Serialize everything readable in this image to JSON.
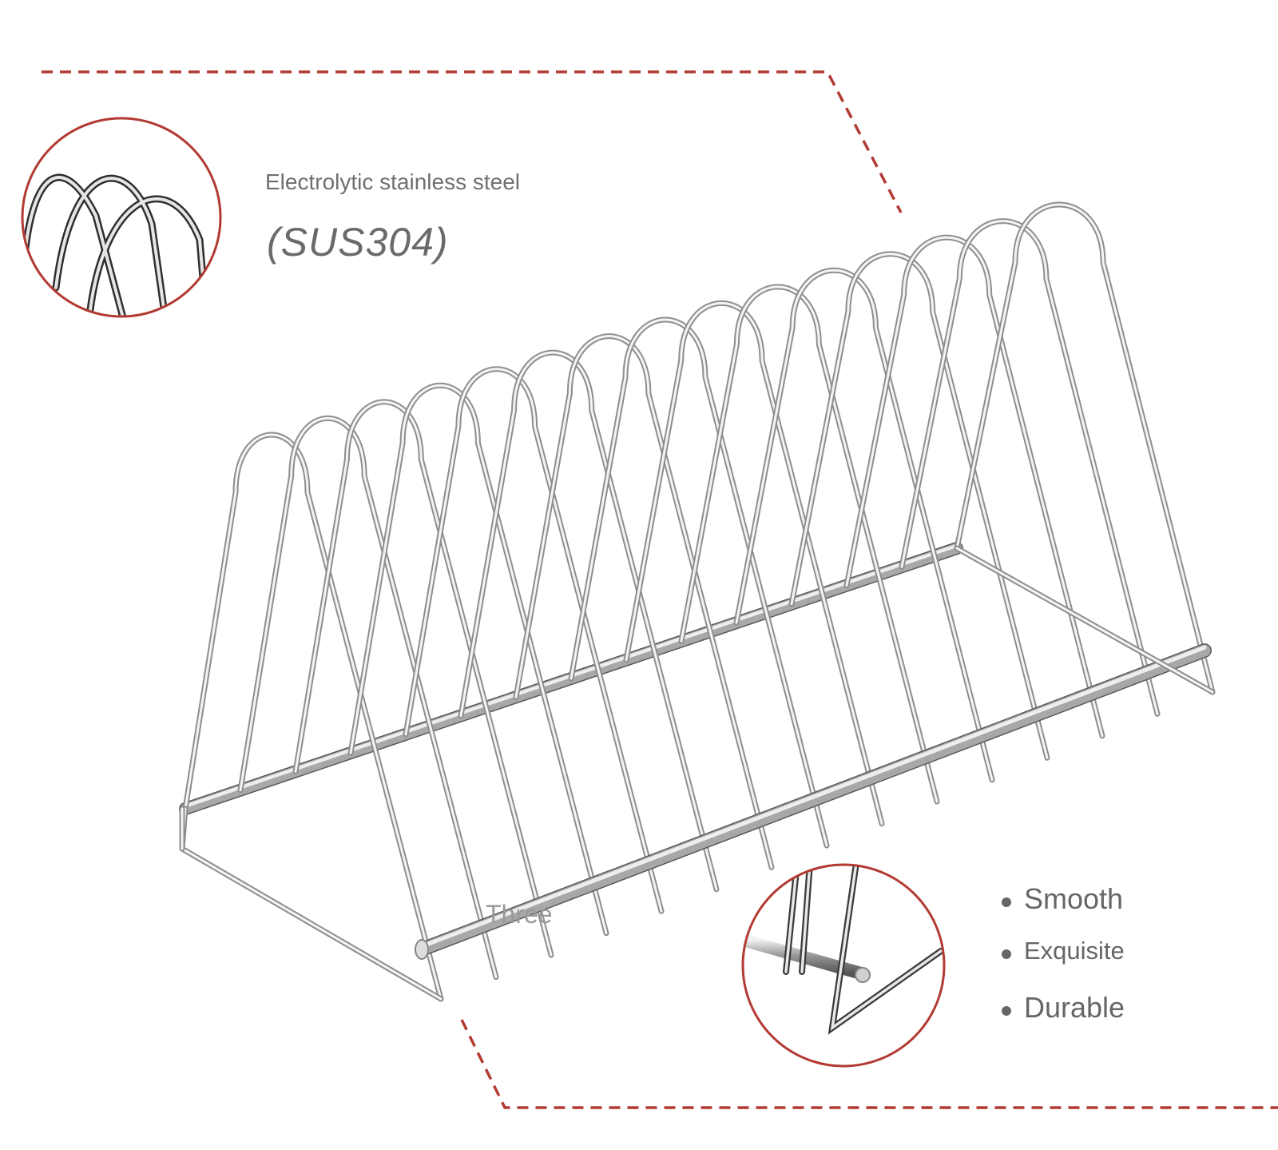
{
  "material": {
    "line1": "Electrolytic stainless steel",
    "line2": "(SUS304)"
  },
  "overlay_text": "Three",
  "features": [
    "Smooth",
    "Exquisite",
    "Durable"
  ],
  "colors": {
    "accent_red": "#b23a32",
    "wire": "#b4b4b4",
    "text_gray": "#6a6a6a"
  },
  "icons": [
    "detail-magnifier-arches-icon",
    "detail-magnifier-base-icon",
    "bullet-dot-icon"
  ]
}
